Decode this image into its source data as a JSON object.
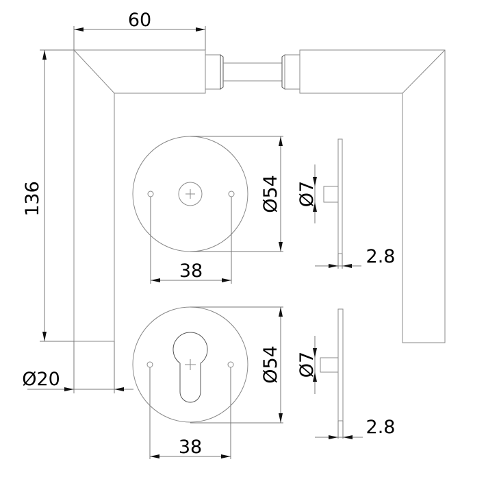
{
  "title": "Door handle set technical drawing",
  "dimensions": {
    "handle_width": "60",
    "handle_height": "136",
    "handle_diameter": "Ø20",
    "rosette1_diameter": "Ø54",
    "rosette1_hole_spacing": "38",
    "rosette1_stem_diameter": "Ø7",
    "rosette1_thickness": "2.8",
    "rosette2_diameter": "Ø54",
    "rosette2_hole_spacing": "38",
    "rosette2_stem_diameter": "Ø7",
    "rosette2_thickness": "2.8"
  }
}
